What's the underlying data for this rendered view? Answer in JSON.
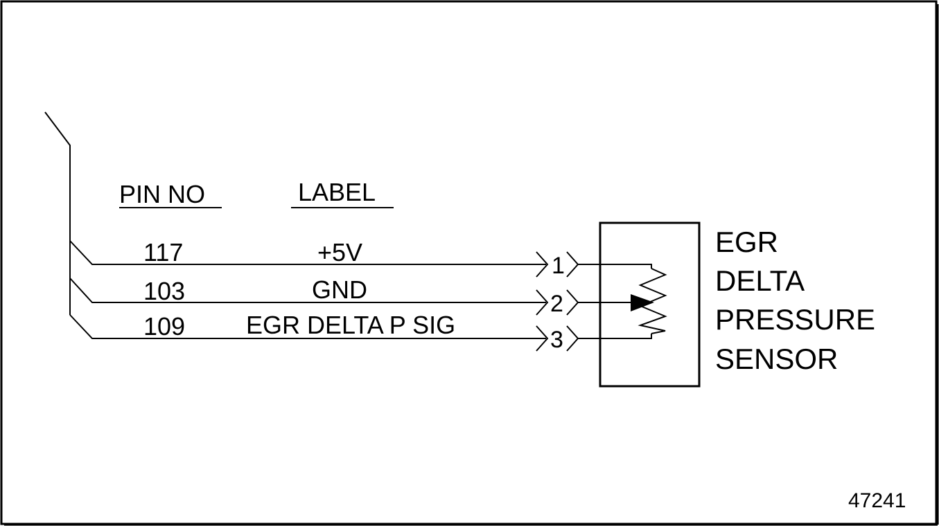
{
  "headers": {
    "pin_no": "PIN NO",
    "label": "LABEL"
  },
  "wires": [
    {
      "pin_no": "117",
      "label": "+5V",
      "connector_pin": "1"
    },
    {
      "pin_no": "103",
      "label": "GND",
      "connector_pin": "2"
    },
    {
      "pin_no": "109",
      "label": "EGR DELTA P SIG",
      "connector_pin": "3"
    }
  ],
  "sensor": {
    "name_lines": [
      "EGR",
      "DELTA",
      "PRESSURE",
      "SENSOR"
    ]
  },
  "figure_number": "47241",
  "colors": {
    "ink": "#000000",
    "background": "#ffffff"
  }
}
